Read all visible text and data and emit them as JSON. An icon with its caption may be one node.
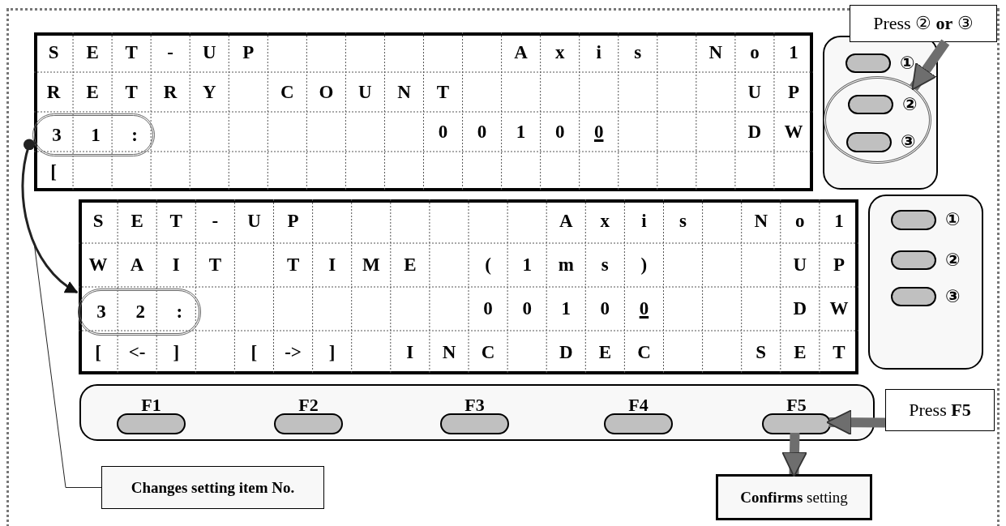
{
  "diagram": {
    "nodes": [
      {
        "text": [
          "S",
          "E",
          "T",
          "-",
          "U",
          "P",
          "A",
          "x",
          "i",
          "s",
          "N",
          "o",
          "1",
          "R",
          "E",
          "T",
          "R",
          "Y",
          "C",
          "O",
          "U",
          "N",
          "T",
          "U",
          "P",
          "0",
          "0",
          "1",
          "0",
          "0",
          "D",
          "W",
          "["
        ]
      },
      {
        "text": [
          "3",
          "1",
          ":"
        ],
        "in": 0
      },
      {
        "text": [],
        "shape": "box"
      },
      {
        "text": [],
        "shape": "button",
        "in": 2,
        "beside": [
          "①"
        ]
      },
      {
        "text": [],
        "shape": "ellipse",
        "in": 2
      },
      {
        "text": [],
        "shape": "button",
        "in": 4,
        "beside": [
          "②"
        ]
      },
      {
        "text": [],
        "shape": "button",
        "in": 4,
        "beside": [
          "③"
        ]
      },
      {
        "text": [
          "Press ② **or** ③"
        ]
      },
      {
        "text": [
          "S",
          "E",
          "T",
          "-",
          "U",
          "P",
          "A",
          "x",
          "i",
          "s",
          "N",
          "o",
          "1",
          "W",
          "A",
          "I",
          "T",
          "T",
          "I",
          "M",
          "E",
          "(",
          "1",
          "m",
          "s",
          ")",
          "U",
          "P",
          "0",
          "0",
          "1",
          "0",
          "0",
          "D",
          "W",
          "[",
          "<-",
          "]",
          "[",
          "->",
          "]",
          "I",
          "N",
          "C",
          "D",
          "E",
          "C",
          "S",
          "E",
          "T"
        ]
      },
      {
        "text": [
          "3",
          "2",
          ":"
        ],
        "in": 8
      },
      {
        "text": [],
        "shape": "box"
      },
      {
        "text": [],
        "shape": "button",
        "in": 10,
        "beside": [
          "①"
        ]
      },
      {
        "text": [],
        "shape": "button",
        "in": 10,
        "beside": [
          "②"
        ]
      },
      {
        "text": [],
        "shape": "button",
        "in": 10,
        "beside": [
          "③"
        ]
      },
      {
        "text": [],
        "shape": "box"
      },
      {
        "text": [
          "F1"
        ],
        "in": 14
      },
      {
        "text": [
          "F2"
        ],
        "in": 14
      },
      {
        "text": [
          "F3"
        ],
        "in": 14
      },
      {
        "text": [
          "F4"
        ],
        "in": 14
      },
      {
        "text": [
          "F5"
        ],
        "in": 14
      },
      {
        "text": [
          "Press **F5**"
        ]
      },
      {
        "text": [
          "Changes setting item No."
        ]
      },
      {
        "text": [
          "**Confirms** setting"
        ]
      }
    ],
    "edges": [
      {
        "from": 1,
        "to": 9,
        "arrow": "to",
        "color": "#222222"
      },
      {
        "from": 7,
        "to": 4,
        "arrow": "to"
      },
      {
        "from": 20,
        "to": 19,
        "arrow": "to"
      },
      {
        "from": 19,
        "to": 22,
        "arrow": "to"
      },
      {
        "from": 21,
        "to": null,
        "arrow": "none",
        "color": "#222222"
      }
    ]
  }
}
